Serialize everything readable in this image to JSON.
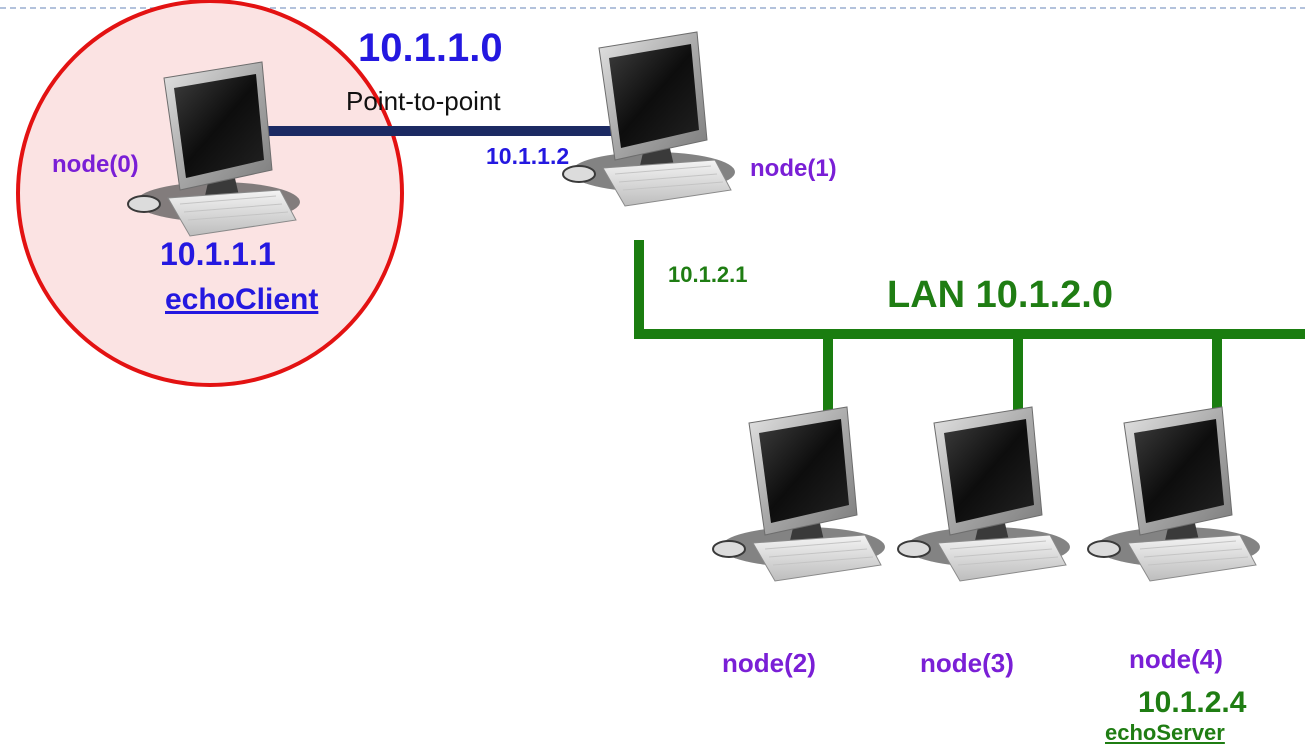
{
  "diagram": {
    "p2p_network": {
      "address": "10.1.1.0",
      "label": "Point-to-point"
    },
    "lan_network": {
      "label": "LAN 10.1.2.0"
    },
    "node0": {
      "name": "node(0)",
      "ip": "10.1.1.1",
      "app": "echoClient"
    },
    "node1": {
      "name": "node(1)",
      "p2p_ip": "10.1.1.2",
      "lan_ip": "10.1.2.1"
    },
    "node2": {
      "name": "node(2)"
    },
    "node3": {
      "name": "node(3)"
    },
    "node4": {
      "name": "node(4)",
      "ip": "10.1.2.4",
      "app": "echoServer"
    },
    "colors": {
      "node_label": "#7a1fd6",
      "p2p_label": "#2418e0",
      "lan_label": "#1f7d13",
      "p2p_link": "#1c2a63",
      "lan_link": "#1a7d10",
      "highlight_stroke": "#e31212",
      "highlight_fill": "#fbe3e3"
    }
  }
}
